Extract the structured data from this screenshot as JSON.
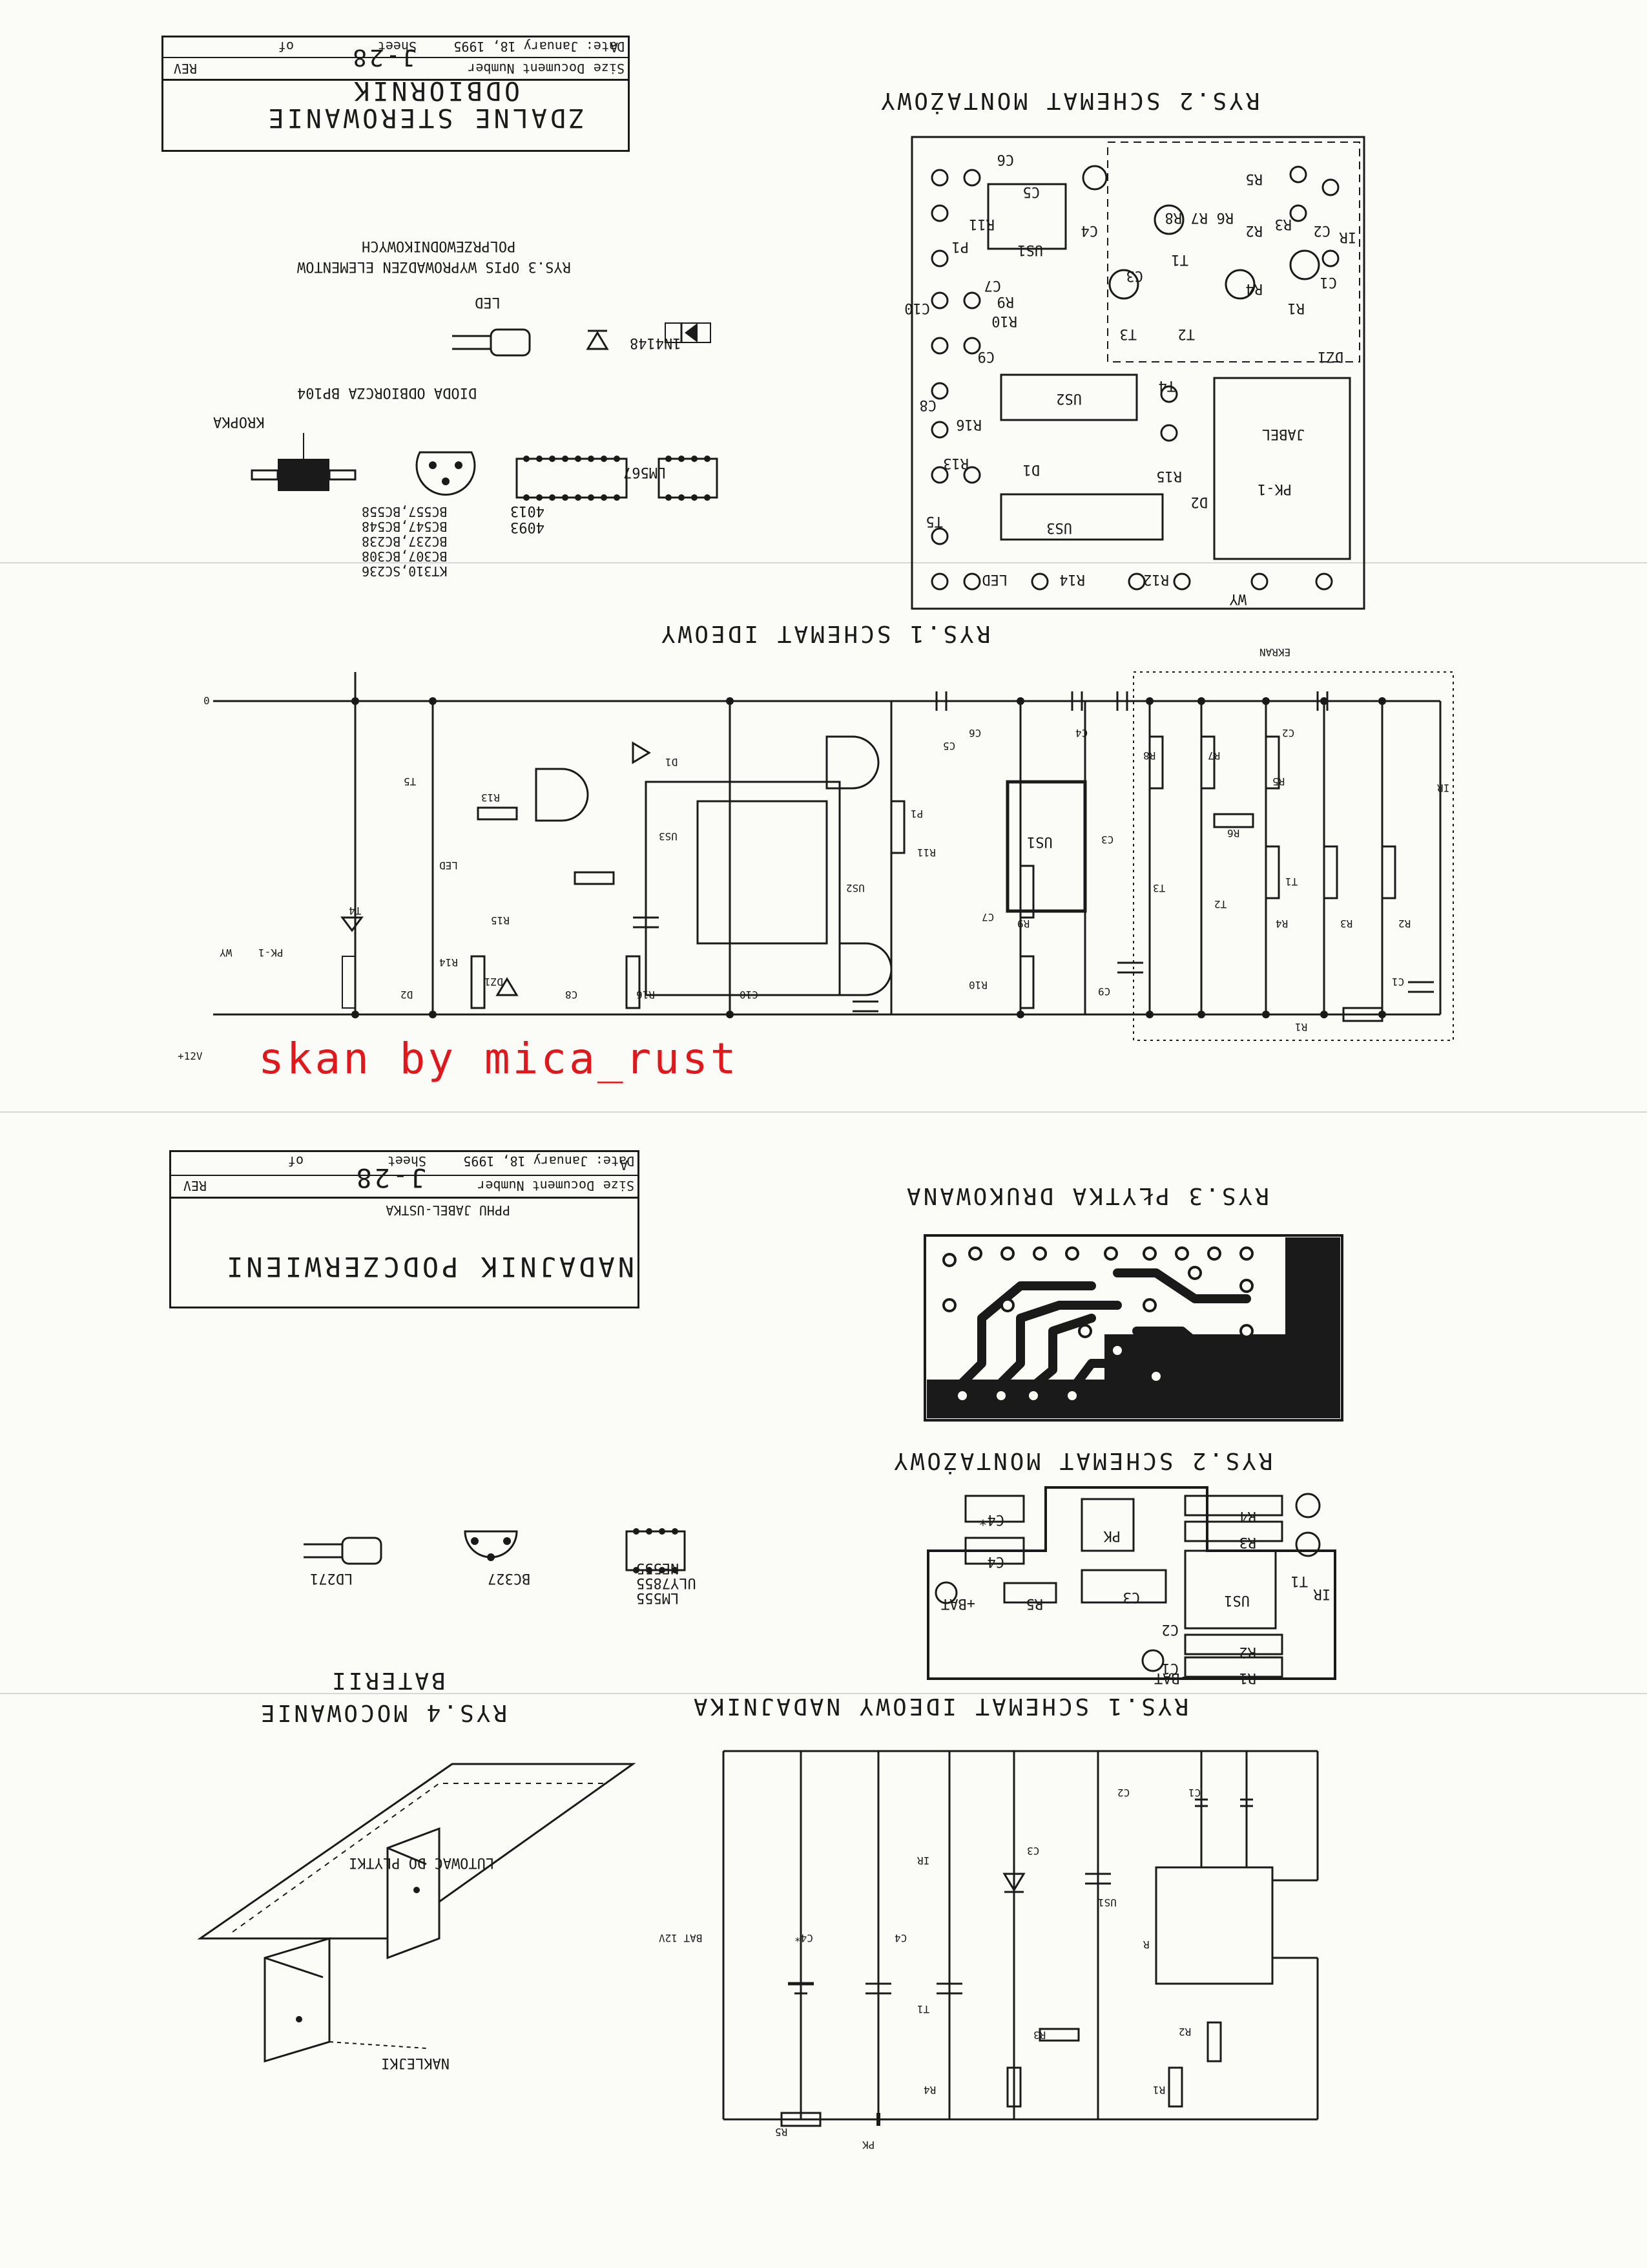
{
  "watermark": "skan by mica_rust",
  "sheet_top": {
    "title_block": {
      "title_line1": "ZDALNE STEROWANIE",
      "title_line2": "ODBIORNIK",
      "size_label": "Size",
      "size_value": "A",
      "doc_label": "Document Number",
      "doc_value": "J-28",
      "rev_label": "REV",
      "date_label": "Date:",
      "date_value": "January 18, 1995",
      "sheet_label": "Sheet",
      "sheet_of": "of"
    },
    "rys3_caption_line1": "RYS.3 OPIS WYPROWADZEN ELEMENTOW",
    "rys3_caption_line2": "POLPRZEWODNIKOWYCH",
    "rys2_caption": "RYS.2 SCHEMAT MONTAŻOWY",
    "rys1_caption": "RYS.1 SCHEMAT IDEOWY",
    "components": {
      "led": "LED",
      "diode": "1N4148",
      "lm567": "LM567",
      "ic4013": "4013",
      "ic4093": "4093",
      "transistors": [
        "KT310,SC236",
        "BC307,BC308",
        "BC237,BC238",
        "BC547,BC548",
        "BC557,BC558"
      ],
      "photodiode": "DIODA ODBIORCZA BP104",
      "kropka": "KROPKA"
    },
    "layout_labels": [
      "C6",
      "C5",
      "C4",
      "R5",
      "R8",
      "R7",
      "R6",
      "R3",
      "R2",
      "IR",
      "C2",
      "C1",
      "P1",
      "R11",
      "US1",
      "C3",
      "R4",
      "T1",
      "T3",
      "T2",
      "R1",
      "DZ1",
      "C10",
      "C7",
      "R10",
      "R9",
      "C9",
      "C8",
      "R16",
      "US2",
      "T4",
      "JABEL",
      "PK-1",
      "D1",
      "R13",
      "R15",
      "D2",
      "T5",
      "US3",
      "LED",
      "R14",
      "R12",
      "WY"
    ],
    "schematic_labels": [
      "EKRAN",
      "C6",
      "C5",
      "C4",
      "C2",
      "IR",
      "R8",
      "R7",
      "R5",
      "US1",
      "C3",
      "P1",
      "R11",
      "R6",
      "T3",
      "T2",
      "T1",
      "R9",
      "R4",
      "R3",
      "R2",
      "C7",
      "C9",
      "C1",
      "R10",
      "R1",
      "T5",
      "R13",
      "D1",
      "US3",
      "US2",
      "LED",
      "R15",
      "T4",
      "PK-1",
      "WY",
      "R14",
      "D2",
      "DZ1",
      "C8",
      "R16",
      "C10",
      "+12V",
      "0"
    ]
  },
  "sheet_bottom": {
    "title_block": {
      "title_line1": "NADAJNIK PODCZERWIENI",
      "company": "PPHU JABEL-USTKA",
      "size_label": "Size",
      "size_value": "A",
      "doc_label": "Document Number",
      "doc_value": "J-28",
      "rev_label": "REV",
      "date_label": "Date:",
      "date_value": "January 18, 1995",
      "sheet_label": "Sheet",
      "sheet_of": "of"
    },
    "rys3_caption": "RYS.3 PŁYTKA DRUKOWANA",
    "rys2_caption": "RYS.2 SCHEMAT MONTAŻOWY",
    "rys1_caption": "RYS.1 SCHEMAT IDEOWY NADAJNIKA",
    "rys4_caption_line1": "RYS.4 MOCOWANIE",
    "rys4_caption_line2": "BATERII",
    "rys4_labels": [
      "LUTOWAC DO PLYTKI",
      "NAKLEJKI"
    ],
    "components": {
      "ic": [
        "LM555",
        "ULY7855",
        "NE555"
      ],
      "transistor": "BC327",
      "led": "LD271"
    },
    "layout_labels": [
      "C4*",
      "R4",
      "R3",
      "T1",
      "PK",
      "IR",
      "C4",
      "US1",
      "+BAT",
      "R5",
      "C3",
      "C2",
      "R2",
      "R1",
      "-BAT",
      "C1"
    ],
    "schematic_labels": [
      "C2",
      "C1",
      "C3",
      "IR",
      "US1",
      "C4*",
      "C4",
      "BAT 12V",
      "R",
      "T1",
      "R3",
      "R2",
      "R1",
      "R4",
      "R5",
      "PK"
    ]
  }
}
